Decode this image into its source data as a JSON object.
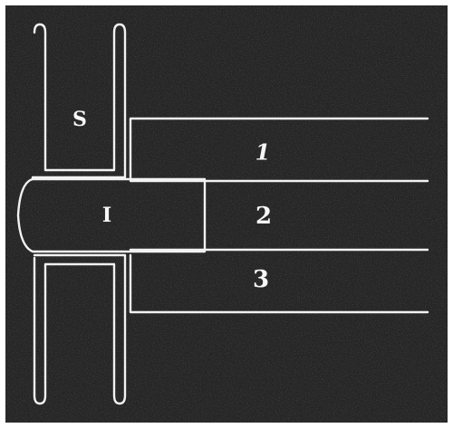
{
  "diagram": {
    "labels": {
      "s": "S",
      "i": "I",
      "one": "1",
      "two": "2",
      "three": "3"
    },
    "colors": {
      "background": "#262626",
      "line": "#f2f2f2",
      "text": "#f7f7f7",
      "frame": "#ffffff"
    }
  }
}
